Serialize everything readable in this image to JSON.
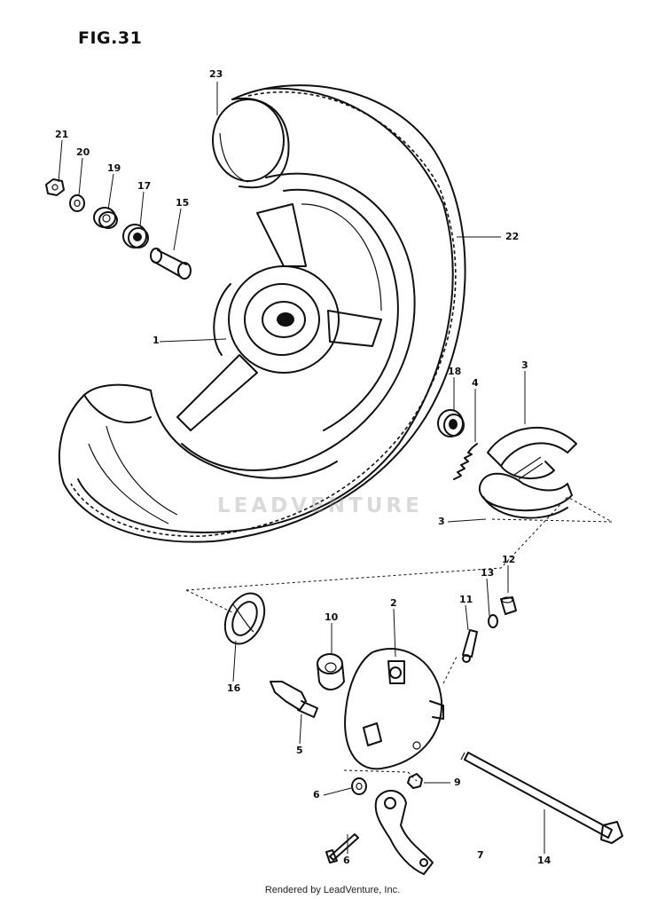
{
  "figure": {
    "title": "FIG.31"
  },
  "watermark": "LEADVENTURE",
  "footer": "Rendered by LeadVenture, Inc.",
  "callouts": [
    {
      "id": "c23",
      "label": "23"
    },
    {
      "id": "c21",
      "label": "21"
    },
    {
      "id": "c20",
      "label": "20"
    },
    {
      "id": "c19",
      "label": "19"
    },
    {
      "id": "c17",
      "label": "17"
    },
    {
      "id": "c15",
      "label": "15"
    },
    {
      "id": "c22",
      "label": "22"
    },
    {
      "id": "c1",
      "label": "1"
    },
    {
      "id": "c18",
      "label": "18"
    },
    {
      "id": "c4",
      "label": "4"
    },
    {
      "id": "c3a",
      "label": "3"
    },
    {
      "id": "c3b",
      "label": "3"
    },
    {
      "id": "c12",
      "label": "12"
    },
    {
      "id": "c13",
      "label": "13"
    },
    {
      "id": "c11",
      "label": "11"
    },
    {
      "id": "c2",
      "label": "2"
    },
    {
      "id": "c10",
      "label": "10"
    },
    {
      "id": "c16",
      "label": "16"
    },
    {
      "id": "c5",
      "label": "5"
    },
    {
      "id": "c6a",
      "label": "6"
    },
    {
      "id": "c9",
      "label": "9"
    },
    {
      "id": "c7",
      "label": "7"
    },
    {
      "id": "c14",
      "label": "14"
    },
    {
      "id": "c6b",
      "label": "6"
    }
  ]
}
